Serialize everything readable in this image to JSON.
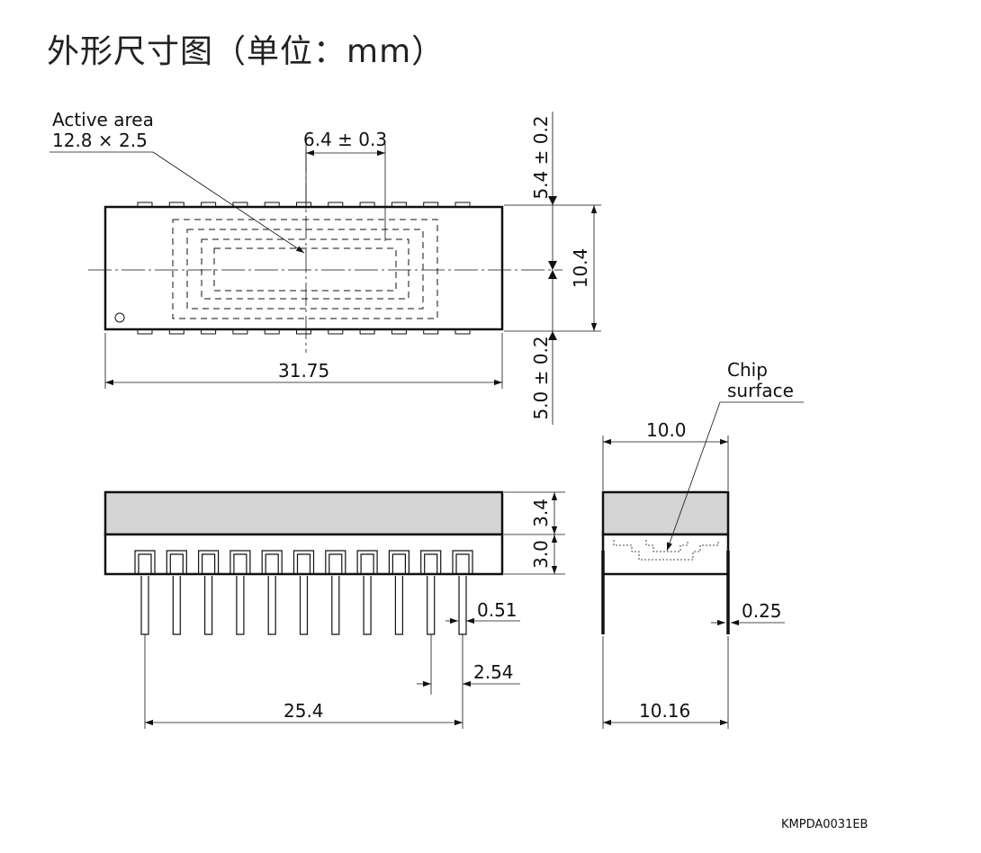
{
  "title": "外形尺寸图（单位：mm）",
  "labels": {
    "active_area_l1": "Active area",
    "active_area_l2": "12.8 × 2.5",
    "offset_center": "6.4 ± 0.3",
    "pin_to_top": "5.4 ± 0.2",
    "body_height": "10.4",
    "pin_to_bottom": "5.0 ± 0.2",
    "body_length": "31.75",
    "chip_l1": "Chip",
    "chip_l2": "surface",
    "side_width": "10.0",
    "window_height": "3.4",
    "base_height": "3.0",
    "pin_width": "0.51",
    "pitch": "2.54",
    "pin_span": "25.4",
    "lead_thickness": "0.25",
    "row_spacing": "10.16",
    "doc_code": "KMPDA0031EB"
  },
  "colors": {
    "line": "#111111",
    "window_fill": "#d4d4d4",
    "paper": "#ffffff"
  }
}
